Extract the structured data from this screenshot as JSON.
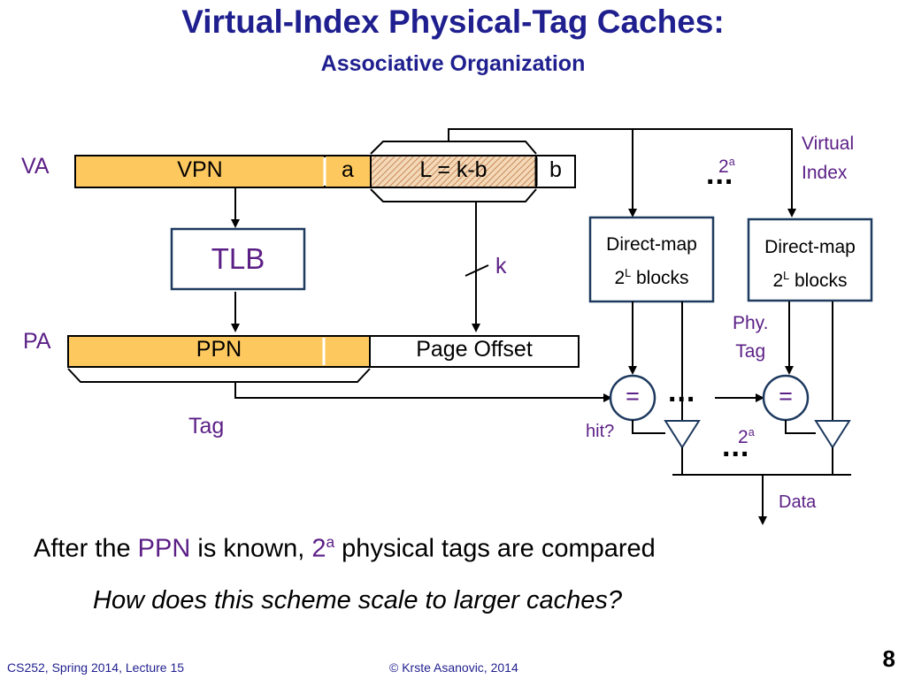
{
  "slide": {
    "title": "Virtual-Index Physical-Tag Caches:",
    "subtitle": "Associative Organization",
    "page_number": "8"
  },
  "diagram": {
    "va_label": "VA",
    "pa_label": "PA",
    "va_fields": {
      "vpn": "VPN",
      "a": "a",
      "l": "L = k-b",
      "b": "b"
    },
    "pa_fields": {
      "ppn": "PPN",
      "offset": "Page Offset"
    },
    "tlb": "TLB",
    "k_label": "k",
    "tag_label": "Tag",
    "two": "2",
    "exp_a": "a",
    "exp_l": "L",
    "virtual_index": [
      "Virtual",
      "Index"
    ],
    "phy_tag": [
      "Phy.",
      "Tag"
    ],
    "direct_map": {
      "line1": "Direct-map",
      "two": "2",
      "exp": "L",
      "line2_rest": " blocks"
    },
    "comparator": "=",
    "hit_label": "hit?",
    "data_label": "Data",
    "ellipsis": "..."
  },
  "text": {
    "bullet_before": "After the ",
    "bullet_ppn": "PPN",
    "bullet_mid": " is known, ",
    "bullet_two": "2",
    "bullet_exp": "a",
    "bullet_after": " physical tags are compared",
    "question": "How does this scheme scale to larger caches?"
  },
  "footer": {
    "left": "CS252, Spring 2014, Lecture 15",
    "center": "© Krste Asanovic, 2014"
  },
  "colors": {
    "title": "#1f1f8f",
    "purple": "#5b1f86",
    "field_fill": "#fdc95f",
    "box_border": "#1e3a5f"
  }
}
